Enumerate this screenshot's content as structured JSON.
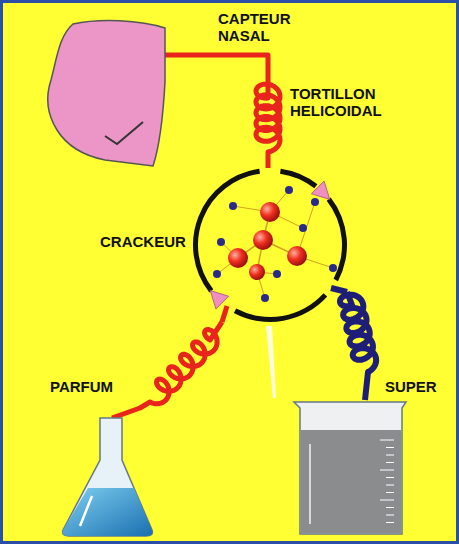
{
  "diagram": {
    "nodes": [
      {
        "text": [
          "CAPTEUR NASAL"
        ]
      },
      {
        "text": [
          "CRACKEUR"
        ]
      },
      {
        "text": [
          "PARFUM"
        ]
      },
      {
        "text": [
          "SUPER"
        ]
      }
    ],
    "edges": [
      {
        "from": 1,
        "to": 0,
        "arrow": "none"
      },
      {
        "from": 2,
        "to": 1,
        "arrow": "none"
      },
      {
        "from": 3,
        "to": 1,
        "arrow": "none"
      }
    ],
    "labels": [
      "TORTILLON HELICOIDAL"
    ]
  }
}
